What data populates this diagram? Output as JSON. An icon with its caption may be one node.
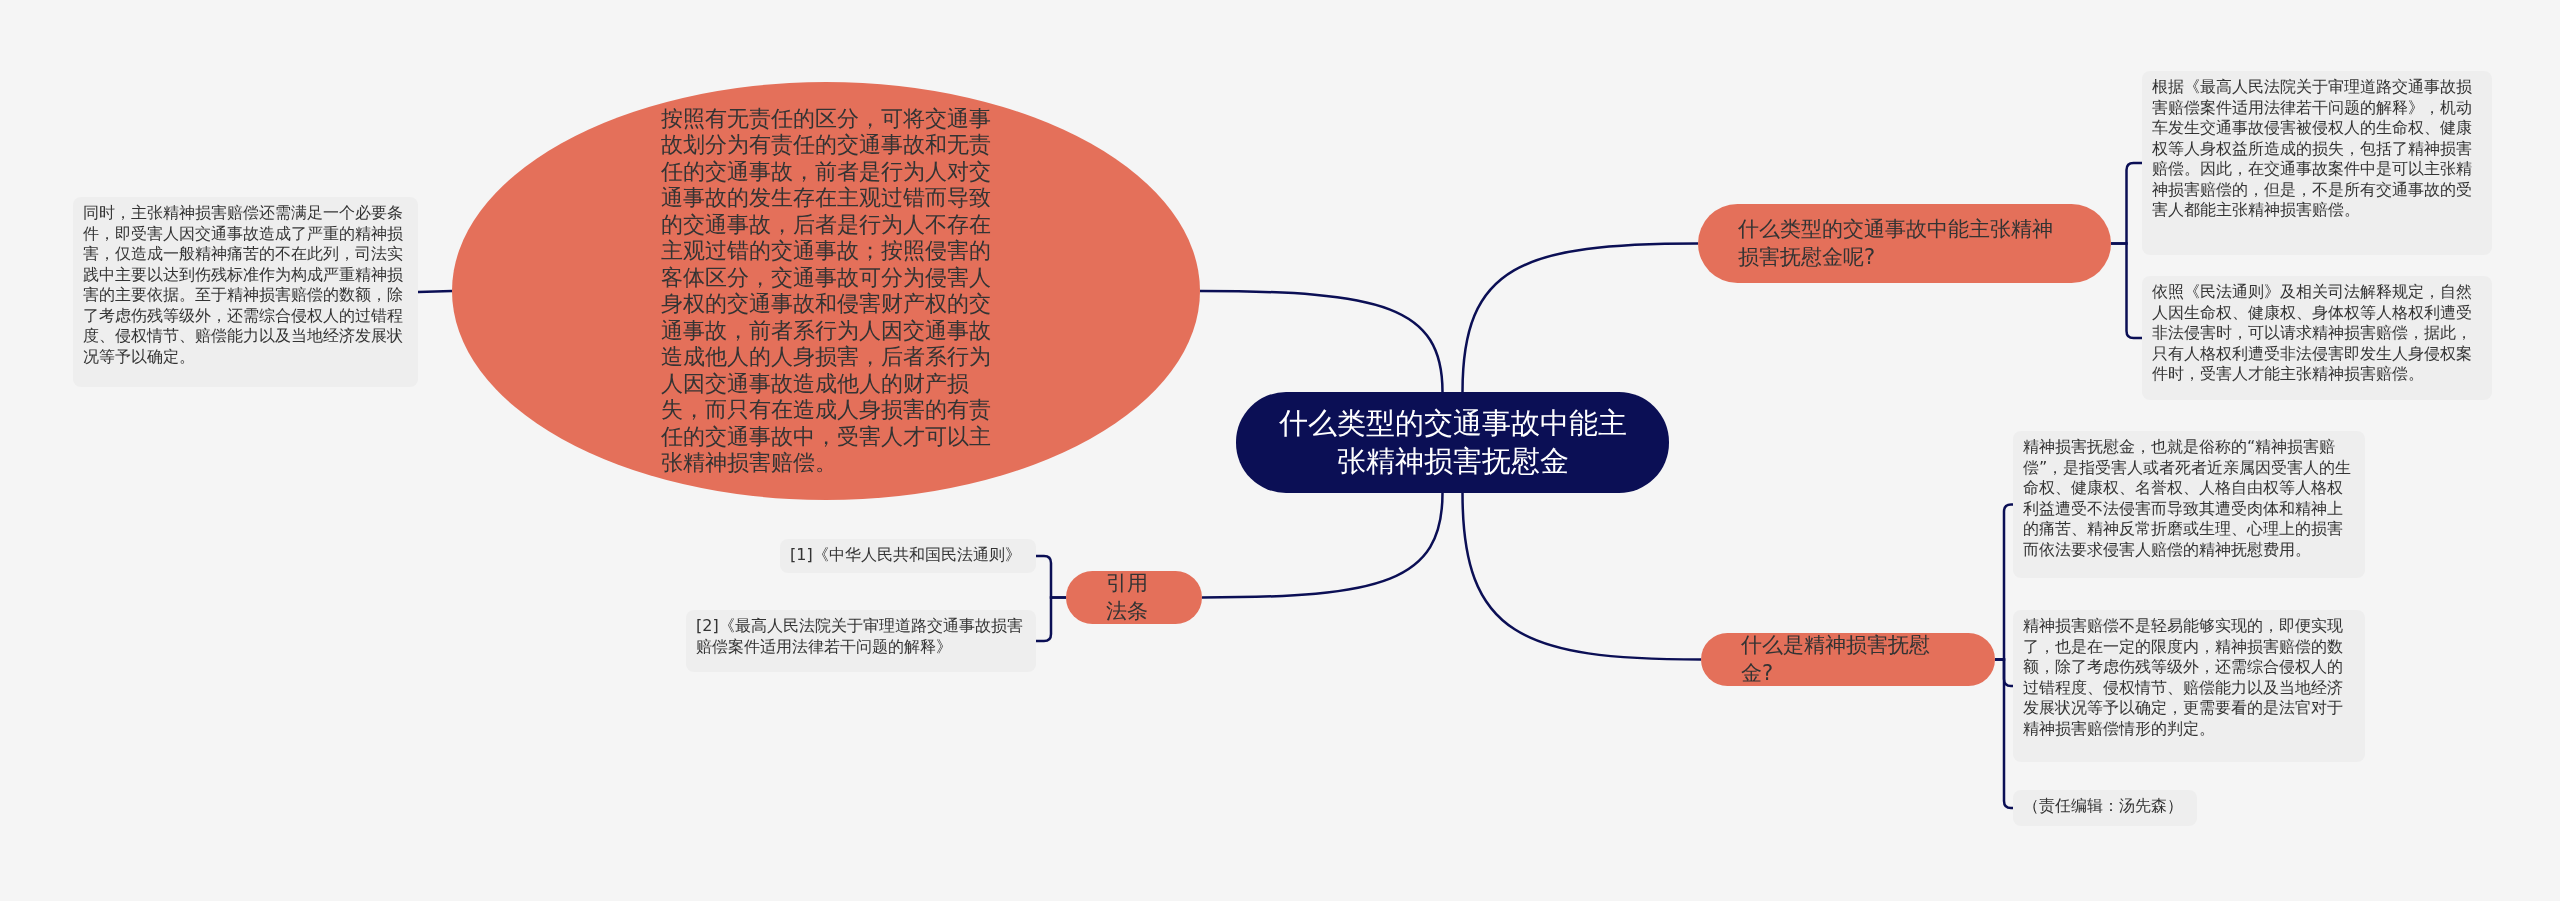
{
  "diagram": {
    "nodes": [
      {
        "text": [
          "什么类型的交通事故中能主张精神损害抚慰金"
        ]
      },
      {
        "text": [
          "按照有无责任的区分，可将交通事故划分为有责任的交通事故和无责任的交通事故，前者是行为人对交通事故的发生存在主观过错而导致的交通事故，后者是行为人不存在主观过错的交通事故；按照侵害的客体区分，交通事故可分为侵害人身权的交通事故和侵害财产权的交通事故，前者系行为人因交通事故造成他人的人身损害，后者系行为人因交通事故造成他人的财产损失，而只有在造成人身损害的有责任的交通事故中，受害人才可以主张精神损害赔偿。"
        ]
      },
      {
        "text": [
          "同时，主张精神损害赔偿还需满足一个必要条件，即受害人因交通事故造成了严重的精神损害，仅造成一般精神痛苦的不在此列，司法实践中主要以达到伤残标准作为构成严重精神损害的主要依据。至于精神损害赔偿的数额，除了考虑伤残等级外，还需综合侵权人的过错程度、侵权情节、赔偿能力以及当地经济发展状况等予以确定。"
        ]
      },
      {
        "text": [
          "引用法条"
        ]
      },
      {
        "text": [
          "[1]《中华人民共和国民法通则》"
        ]
      },
      {
        "text": [
          "[2]《最高人民法院关于审理道路交通事故损害赔偿案件适用法律若干问题的解释》"
        ]
      },
      {
        "text": [
          "什么类型的交通事故中能主张精神损害抚慰金呢?"
        ]
      },
      {
        "text": [
          "根据《最高人民法院关于审理道路交通事故损害赔偿案件适用法律若干问题的解释》，机动车发生交通事故侵害被侵权人的生命权、健康权等人身权益所造成的损失，包括了精神损害赔偿。因此，在交通事故案件中是可以主张精神损害赔偿的，但是，不是所有交通事故的受害人都能主张精神损害赔偿。"
        ]
      },
      {
        "text": [
          "依照《民法通则》及相关司法解释规定，自然人因生命权、健康权、身体权等人格权利遭受非法侵害时，可以请求精神损害赔偿，据此，只有人格权利遭受非法侵害即发生人身侵权案件时，受害人才能主张精神损害赔偿。"
        ]
      },
      {
        "text": [
          "什么是精神损害抚慰金?"
        ]
      },
      {
        "text": [
          "精神损害抚慰金，也就是俗称的“精神损害赔偿”，是指受害人或者死者近亲属因受害人的生命权、健康权、名誉权、人格自由权等人格权利益遭受不法侵害而导致其遭受肉体和精神上的痛苦、精神反常折磨或生理、心理上的损害而依法要求侵害人赔偿的精神抚慰费用。"
        ]
      },
      {
        "text": [
          "精神损害赔偿不是轻易能够实现的，即便实现了，也是在一定的限度内，精神损害赔偿的数额，除了考虑伤残等级外，还需综合侵权人的过错程度、侵权情节、赔偿能力以及当地经济发展状况等予以确定，更需要看的是法官对于精神损害赔偿情形的判定。"
        ]
      },
      {
        "text": [
          "（责任编辑：汤先森）"
        ]
      }
    ],
    "edges": [
      {
        "from": 0,
        "to": 1,
        "arrow": "none"
      },
      {
        "from": 1,
        "to": 2,
        "arrow": "none"
      },
      {
        "from": 0,
        "to": 3,
        "arrow": "none"
      },
      {
        "from": 3,
        "to": 4,
        "arrow": "none"
      },
      {
        "from": 3,
        "to": 5,
        "arrow": "none"
      },
      {
        "from": 0,
        "to": 6,
        "arrow": "none"
      },
      {
        "from": 6,
        "to": 7,
        "arrow": "none"
      },
      {
        "from": 6,
        "to": 8,
        "arrow": "none"
      },
      {
        "from": 0,
        "to": 9,
        "arrow": "none"
      },
      {
        "from": 9,
        "to": 10,
        "arrow": "none"
      },
      {
        "from": 9,
        "to": 11,
        "arrow": "none"
      },
      {
        "from": 9,
        "to": 12,
        "arrow": "none"
      }
    ]
  }
}
